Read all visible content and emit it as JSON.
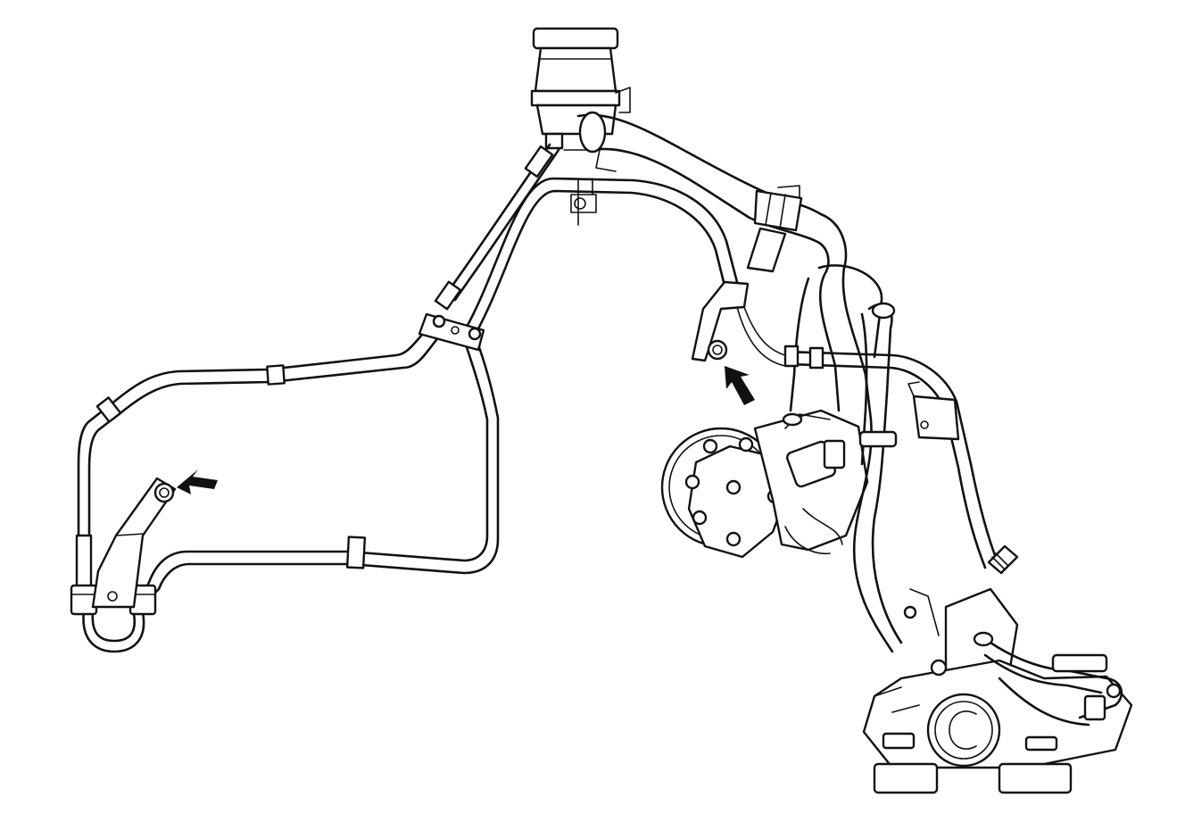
{
  "diagram": {
    "parts": [
      {
        "name": "reservoir"
      },
      {
        "name": "cooler-loop"
      },
      {
        "name": "pump"
      },
      {
        "name": "steering-gear"
      }
    ],
    "callouts": [
      {
        "name": "cooler-mount-bolt",
        "icon": "arrow-icon"
      },
      {
        "name": "bracket-bolt",
        "icon": "arrow-icon"
      }
    ],
    "colors": {
      "line": "#111111",
      "background": "#ffffff"
    }
  }
}
